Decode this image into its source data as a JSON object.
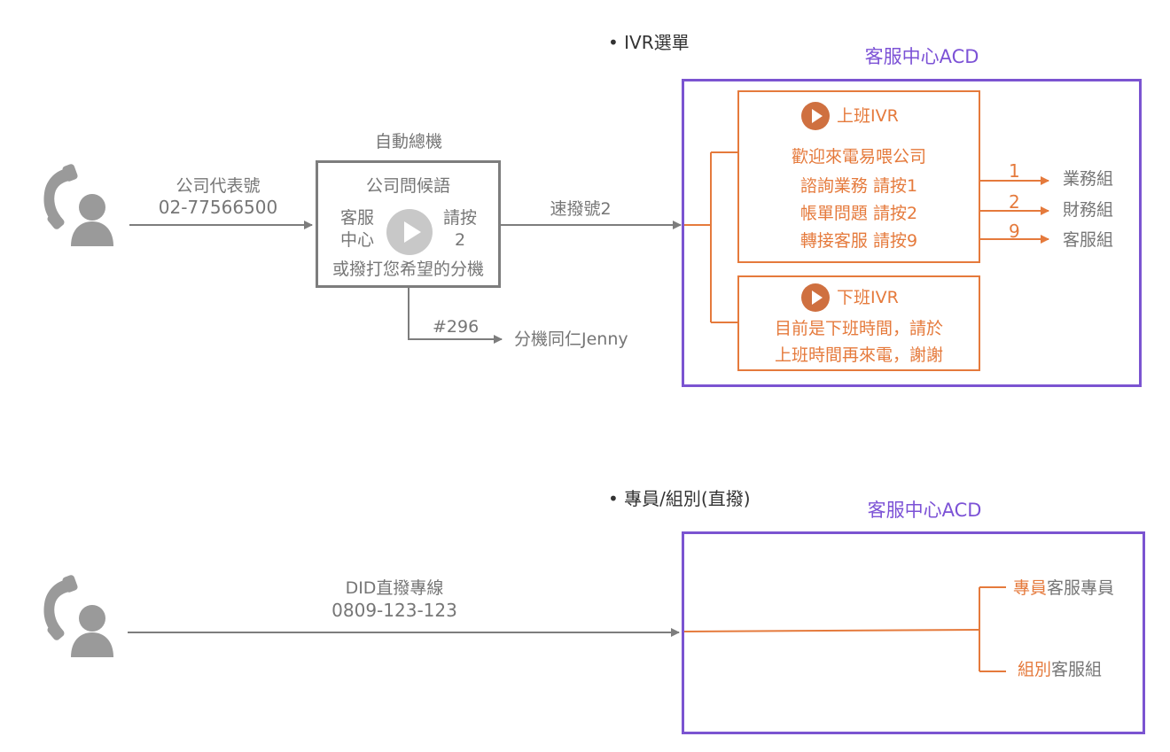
{
  "ivr_section": {
    "bullet": "• IVR選單",
    "caller": {
      "label": "公司代表號",
      "number": "02-77566500"
    },
    "auto_attendant": {
      "title": "自動總機",
      "greeting": "公司問候語",
      "left_line1": "客服",
      "left_line2": "中心",
      "right_line1": "請按",
      "right_line2": "2",
      "footer": "或撥打您希望的分機"
    },
    "speed_dial_label": "速撥號2",
    "extension": {
      "code": "#296",
      "target": "分機同仁Jenny"
    },
    "acd": {
      "title": "客服中心ACD",
      "work_ivr": {
        "title": "上班IVR",
        "lines": [
          "歡迎來電易喂公司",
          "諮詢業務 請按1",
          "帳單問題 請按2",
          "轉接客服 請按9"
        ]
      },
      "off_ivr": {
        "title": "下班IVR",
        "lines": [
          "目前是下班時間，請於",
          "上班時間再來電，謝謝"
        ]
      },
      "routes": [
        {
          "key": "1",
          "group": "業務組"
        },
        {
          "key": "2",
          "group": "財務組"
        },
        {
          "key": "9",
          "group": "客服組"
        }
      ]
    }
  },
  "direct_section": {
    "bullet": "• 專員/組別(直撥)",
    "caller": {
      "label": "DID直撥專線",
      "number": "0809-123-123"
    },
    "acd": {
      "title": "客服中心ACD",
      "targets": [
        {
          "highlight": "專員",
          "rest": "客服專員"
        },
        {
          "highlight": "組別",
          "rest": "客服組"
        }
      ]
    }
  },
  "colors": {
    "orange": "#e57a3c",
    "purple": "#7b54d1",
    "gray": "#7d7d7d"
  },
  "icons": [
    "caller-phone-icon",
    "play-icon"
  ]
}
